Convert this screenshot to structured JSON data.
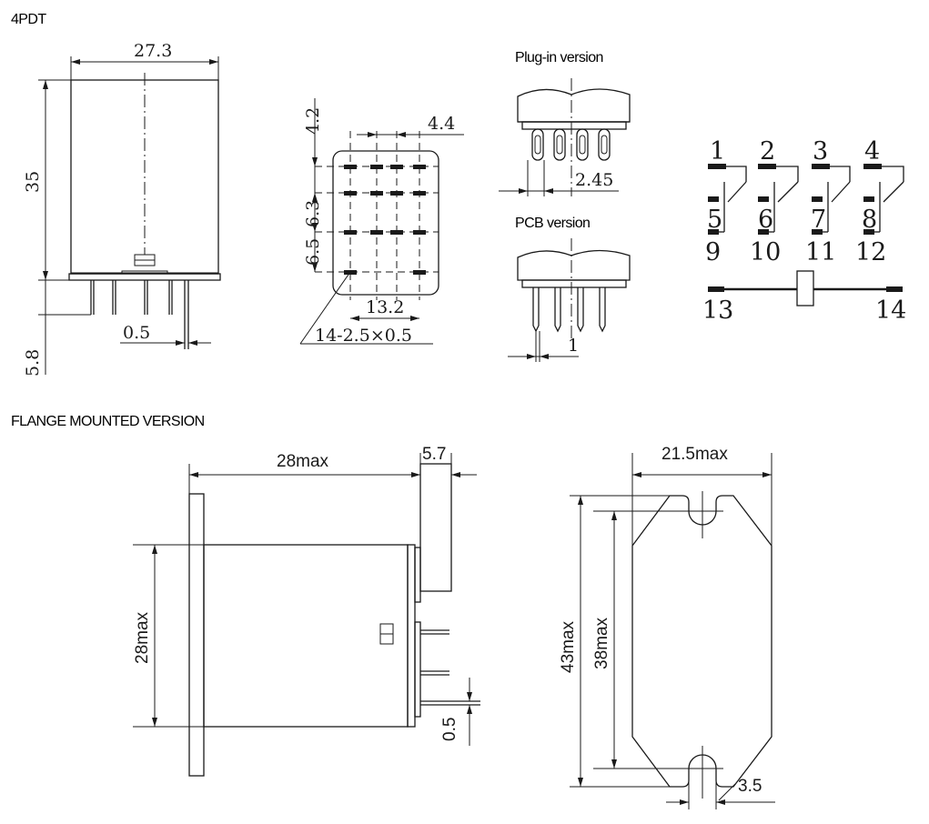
{
  "headers": {
    "top": "4PDT",
    "plug_in": "Plug-in version",
    "pcb": "PCB version",
    "flange": "FLANGE MOUNTED VERSION"
  },
  "dims": {
    "width": "27.3",
    "height": "35",
    "pin_length": "5.8",
    "pin_thick": "0.5",
    "pitch_top": "4.2",
    "pitch_col": "4.4",
    "pitch_row1": "6.3",
    "pitch_row2": "6.5",
    "hole_span": "13.2",
    "holes": "14-2.5×0.5",
    "plug_pitch": "2.45",
    "pcb_pin": "1",
    "flange_depth": "28max",
    "flange_ear": "5.7",
    "flange_height": "28max",
    "flange_pin": "0.5",
    "plate_width": "21.5max",
    "plate_outer": "43max",
    "plate_inner": "38max",
    "slot": "3.5"
  },
  "schematic": {
    "top_pins": [
      "1",
      "2",
      "3",
      "4"
    ],
    "mid_pins": [
      "5",
      "6",
      "7",
      "8"
    ],
    "bottom_pins": [
      "9",
      "10",
      "11",
      "12"
    ],
    "coil_pins": [
      "13",
      "14"
    ]
  },
  "colors": {
    "ink": "#1a1a1a",
    "background": "#ffffff"
  }
}
